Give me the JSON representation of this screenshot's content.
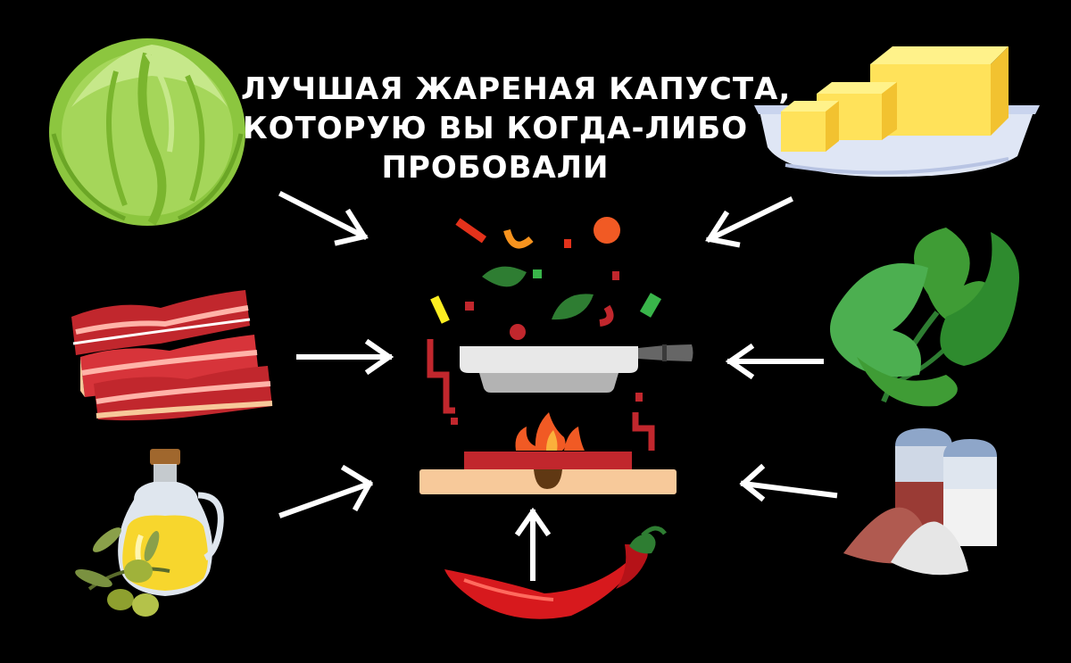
{
  "title": {
    "line1": "ЛУЧШАЯ ЖАРЕНАЯ КАПУСТА,",
    "line2": "КОТОРУЮ ВЫ КОГДА-ЛИБО",
    "line3": "ПРОБОВАЛИ"
  },
  "ingredients": [
    {
      "id": "cabbage",
      "icon": "cabbage-icon"
    },
    {
      "id": "butter",
      "icon": "butter-icon"
    },
    {
      "id": "bacon",
      "icon": "bacon-icon"
    },
    {
      "id": "parsley",
      "icon": "parsley-icon"
    },
    {
      "id": "olive-oil",
      "icon": "olive-oil-icon"
    },
    {
      "id": "salt-and-pepper",
      "icon": "salt-pepper-icon"
    },
    {
      "id": "chili-pepper",
      "icon": "chili-pepper-icon"
    }
  ],
  "center": {
    "icon": "frying-pan-stove-icon"
  },
  "colors": {
    "background": "#000000",
    "arrow": "#ffffff",
    "pan": "#e8e8e8",
    "fire": "#f15a24",
    "stove": "#c1272d",
    "board": "#f7c99a"
  }
}
